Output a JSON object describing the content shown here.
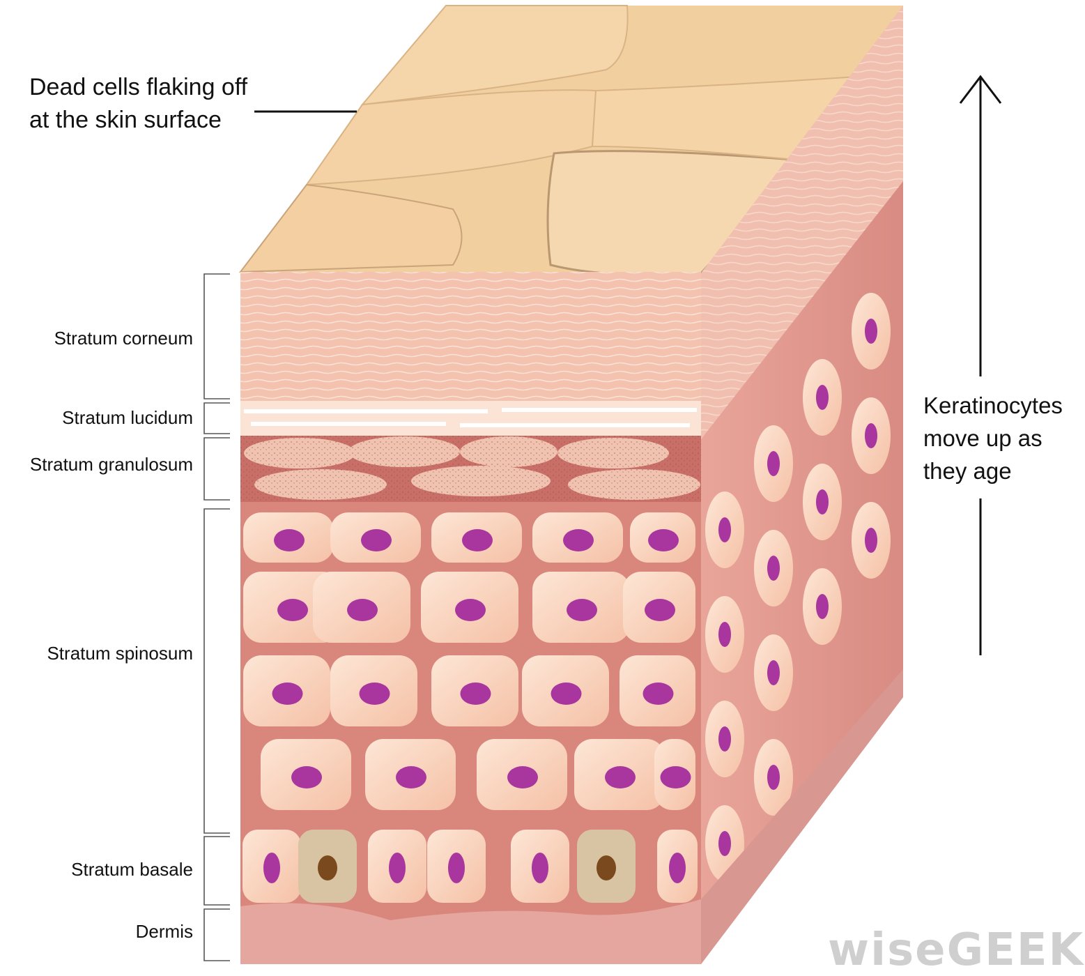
{
  "callouts": {
    "surface_line1": "Dead cells flaking off",
    "surface_line2": "at the skin surface",
    "keratin_line1": "Keratinocytes",
    "keratin_line2": "move up as",
    "keratin_line3": "they age"
  },
  "layers": [
    {
      "label": "Stratum corneum"
    },
    {
      "label": "Stratum lucidum"
    },
    {
      "label": "Stratum granulosum"
    },
    {
      "label": "Stratum spinosum"
    },
    {
      "label": "Stratum basale"
    },
    {
      "label": "Dermis"
    }
  ],
  "watermark": "wiseGEEK",
  "colors": {
    "surface": "#f2cf9f",
    "corneum": "#f3c3b0",
    "lucidum": "#fbe3d6",
    "granulosum": "#f1c2b0",
    "cell": "#f9d3bd",
    "cell_border": "#cf7c74",
    "nucleus": "#a8369e",
    "dermis": "#e5a6a0",
    "melanocyte": "#d8c3a3"
  }
}
